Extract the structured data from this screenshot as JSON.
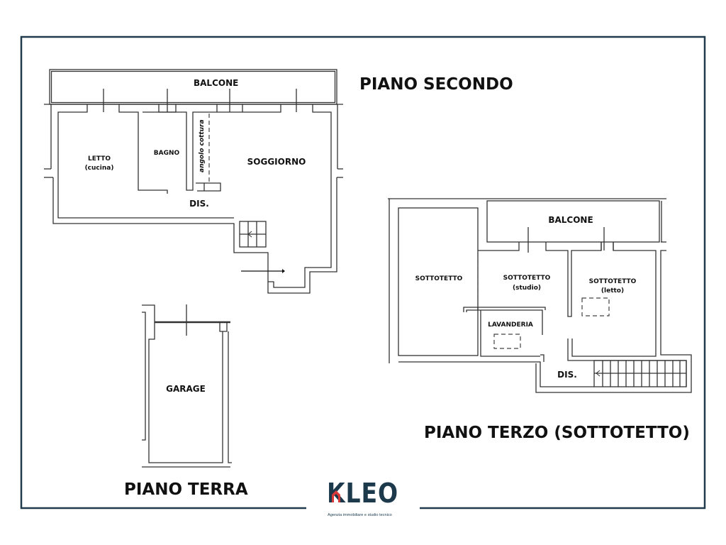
{
  "colors": {
    "frame": "#1f3b4c",
    "logo": "#1d3a4d",
    "logo_accent": "#d83a3a"
  },
  "piano_secondo": {
    "title": "PIANO SECONDO",
    "balcone": "BALCONE",
    "letto": "LETTO",
    "letto_sub": "(cucina)",
    "bagno": "BAGNO",
    "angolo": "angolo cottura",
    "soggiorno": "SOGGIORNO",
    "dis": "DIS."
  },
  "piano_terra": {
    "title": "PIANO TERRA",
    "garage": "GARAGE"
  },
  "piano_terzo": {
    "title": "PIANO TERZO (SOTTOTETTO)",
    "balcone": "BALCONE",
    "sottotetto": "SOTTOTETTO",
    "studio": "SOTTOTETTO",
    "studio_sub": "(studio)",
    "letto": "SOTTOTETTO",
    "letto_sub": "(letto)",
    "lavanderia": "LAVANDERIA",
    "dis": "DIS."
  },
  "logo": {
    "name": "KLEO",
    "tagline": "Agenzia immobiliare e studio tecnico"
  }
}
